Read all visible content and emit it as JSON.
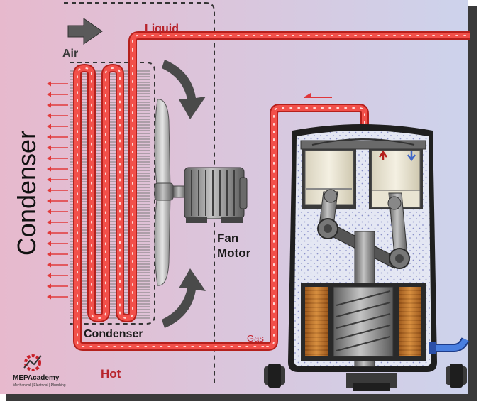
{
  "labels": {
    "title": "Condenser",
    "air": "Air",
    "liquid": "Liquid",
    "condenser": "Condenser",
    "fan_motor_line1": "Fan",
    "fan_motor_line2": "Motor",
    "gas": "Gas",
    "hot": "Hot"
  },
  "logo": {
    "name": "MEPAcademy",
    "tagline": "Mechanical | Electrical | Plumbing"
  },
  "colors": {
    "refrigerant": "#f2504a",
    "refrigerant_dark": "#b5201c",
    "label_red": "#b8242c",
    "background_left": "#e6b8cc",
    "background_right": "#cfd3ea",
    "metal": "#8a8a8a",
    "copper": "#c87a2a"
  },
  "icons": [
    "air-arrow-icon",
    "airflow-arrow-icon",
    "flow-direction-arrow-icon",
    "valve-up-arrow-icon",
    "valve-down-arrow-icon",
    "gear-logo-icon"
  ]
}
